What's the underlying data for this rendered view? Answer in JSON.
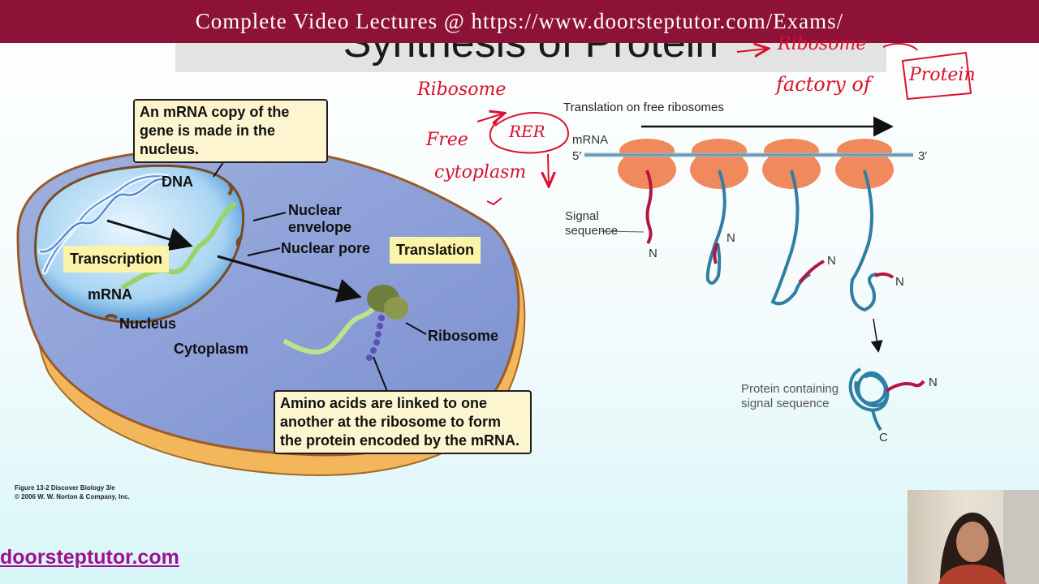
{
  "banner": {
    "text": "Complete Video Lectures @ https://www.doorsteptutor.com/Exams/"
  },
  "slide": {
    "title": "Synthesis of Protein"
  },
  "cell_diagram": {
    "callout_top": "An mRNA copy of the gene is made in the nucleus.",
    "callout_bottom": "Amino acids are linked to one another at the ribosome to form the protein encoded by the mRNA.",
    "labels": {
      "dna": "DNA",
      "nuclear_envelope": "Nuclear envelope",
      "nuclear_pore": "Nuclear pore",
      "transcription": "Transcription",
      "translation": "Translation",
      "mrna": "mRNA",
      "nucleus": "Nucleus",
      "cytoplasm": "Cytoplasm",
      "ribosome": "Ribosome"
    },
    "credit_line1": "Figure 13-2  Discover Biology 3/e",
    "credit_line2": "© 2006 W. W. Norton & Company, Inc."
  },
  "ribosome_diagram": {
    "title": "Translation on free ribosomes",
    "mrna_label": "mRNA",
    "five_prime": "5′",
    "three_prime": "3′",
    "signal_sequence": "Signal sequence",
    "n_terminus": "N",
    "c_terminus": "C",
    "protein_label": "Protein containing signal sequence"
  },
  "annotations": {
    "ribosome": "Ribosome",
    "free": "Free",
    "rer": "RER",
    "cytoplasm": "cytoplasm",
    "arrow_ribosome": "Ribosome",
    "factory": "factory of",
    "protein": "Protein"
  },
  "watermark": {
    "text": "doorsteptutor.com"
  },
  "colors": {
    "banner": "#8e1238",
    "ink": "#d9112a",
    "ribosome": "#f08a5d",
    "chain": "#2f7fa5",
    "signal": "#b5163f"
  }
}
